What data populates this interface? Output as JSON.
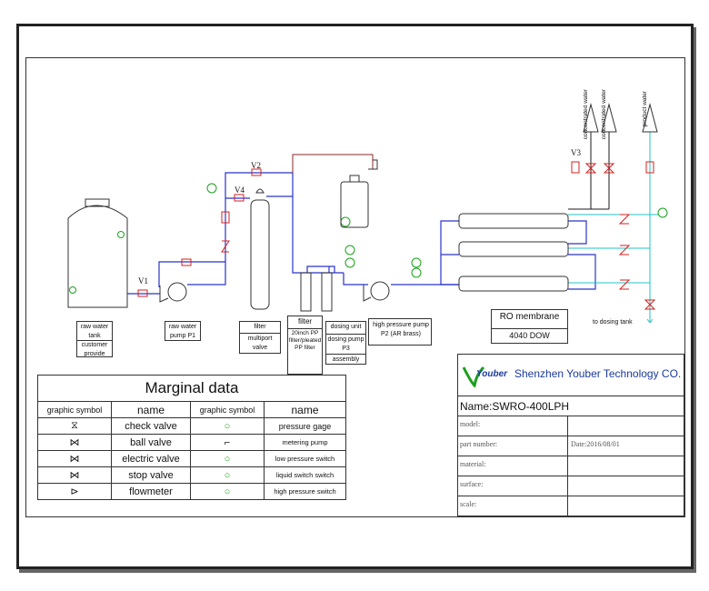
{
  "valves": {
    "v1": "V1",
    "v2": "V2",
    "v3": "V3",
    "v4": "V4"
  },
  "labels": {
    "raw_tank": [
      "raw water tank",
      "customer provide"
    ],
    "pump_p1": "raw water pump P1",
    "filter1": [
      "filter",
      "multiport valve"
    ],
    "filter2": [
      "filter",
      "20inch PP filter/pleated PP filter"
    ],
    "dosing": [
      "dosing unit",
      "dosing pump P3",
      "assembly"
    ],
    "pump_p2": "high pressure pump P2 (AR brass)",
    "ro": [
      "RO membrane",
      "4040 DOW"
    ],
    "to_dosing": "to dosing tank",
    "out1": "concentrated water",
    "out2": "concentrated water",
    "out3": "product water"
  },
  "marginal": {
    "title": "Marginal data",
    "headers": [
      "graphic symbol",
      "name",
      "graphic symbol",
      "name"
    ],
    "rows": [
      {
        "left": "check valve",
        "right": "pressure gage"
      },
      {
        "left": "ball valve",
        "right": "metering pump"
      },
      {
        "left": "electric valve",
        "right": "low pressure switch"
      },
      {
        "left": "stop valve",
        "right": "liquid switch switch"
      },
      {
        "left": "flowmeter",
        "right": "high pressure switch"
      }
    ]
  },
  "titleblock": {
    "logo": "Youber",
    "company": "Shenzhen Youber Technology CO.",
    "name": "Name:SWRO-400LPH",
    "model": "model:",
    "part": "part number:",
    "date": "Date:2016/08/01",
    "material": "material:",
    "surface": "surface:",
    "scale": "scale:"
  },
  "colors": {
    "pipe": "#2a35c8",
    "product": "#22c4c4",
    "conc": "#1a1a1a",
    "valve": "#d42020",
    "gauge": "#1aa01a",
    "dose": "#8b2a2a"
  }
}
